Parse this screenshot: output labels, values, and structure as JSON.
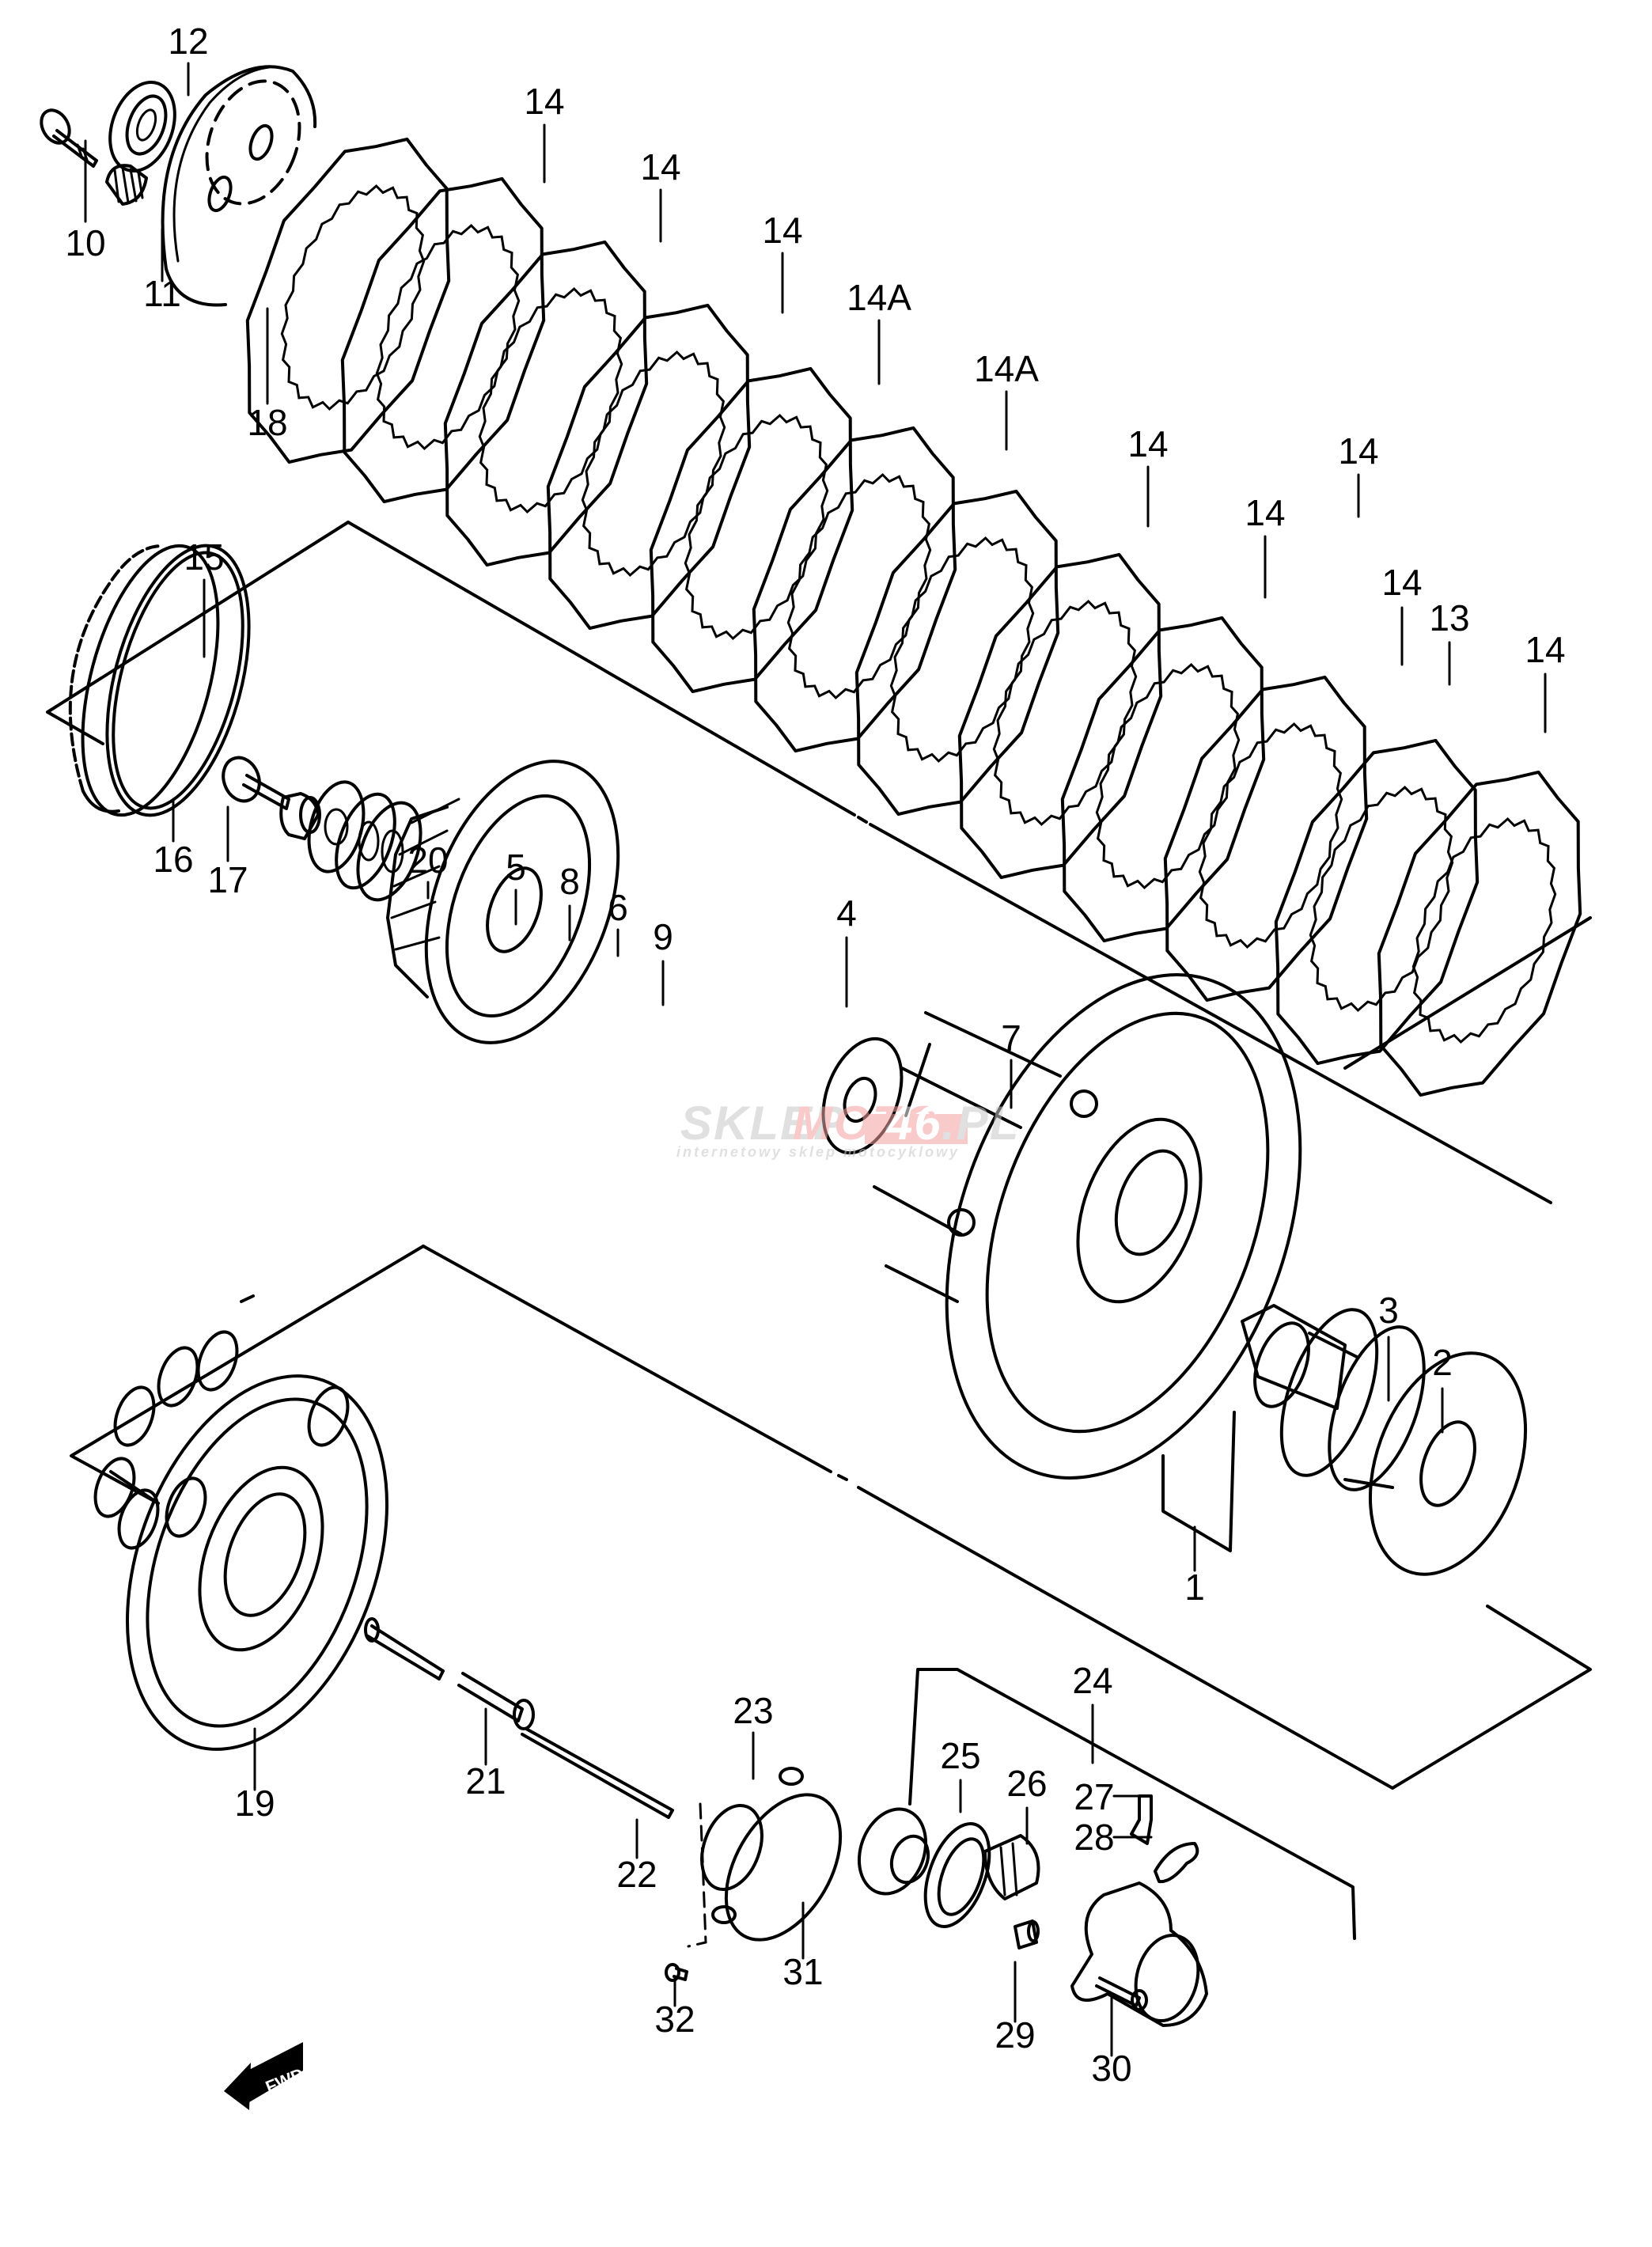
{
  "diagram": {
    "type": "exploded-parts-diagram",
    "subject": "Clutch assembly",
    "direction_marker": {
      "label": "FWD",
      "icon": "forward-arrow-icon"
    },
    "watermark": {
      "text_grey": "SKLEP",
      "text_red": "MOTO",
      "text_number": "46",
      "text_suffix": ".PL",
      "subtitle": "internetowy sklep motocyklowy",
      "colors": {
        "grey": "#c8c8c8",
        "red": "#f4a0a0",
        "number_bg": "#f4a0a0"
      }
    },
    "part_labels": [
      {
        "id": "1"
      },
      {
        "id": "2"
      },
      {
        "id": "3"
      },
      {
        "id": "4"
      },
      {
        "id": "5"
      },
      {
        "id": "6"
      },
      {
        "id": "7"
      },
      {
        "id": "8"
      },
      {
        "id": "9"
      },
      {
        "id": "10"
      },
      {
        "id": "11"
      },
      {
        "id": "12"
      },
      {
        "id": "13"
      },
      {
        "id": "14"
      },
      {
        "id": "14"
      },
      {
        "id": "14"
      },
      {
        "id": "14"
      },
      {
        "id": "14A"
      },
      {
        "id": "14A"
      },
      {
        "id": "14"
      },
      {
        "id": "14"
      },
      {
        "id": "14"
      },
      {
        "id": "14"
      },
      {
        "id": "15"
      },
      {
        "id": "16"
      },
      {
        "id": "17"
      },
      {
        "id": "18"
      },
      {
        "id": "19"
      },
      {
        "id": "20"
      },
      {
        "id": "21"
      },
      {
        "id": "22"
      },
      {
        "id": "23"
      },
      {
        "id": "24"
      },
      {
        "id": "25"
      },
      {
        "id": "26"
      },
      {
        "id": "27"
      },
      {
        "id": "28"
      },
      {
        "id": "29"
      },
      {
        "id": "30"
      },
      {
        "id": "31"
      },
      {
        "id": "32"
      }
    ]
  }
}
